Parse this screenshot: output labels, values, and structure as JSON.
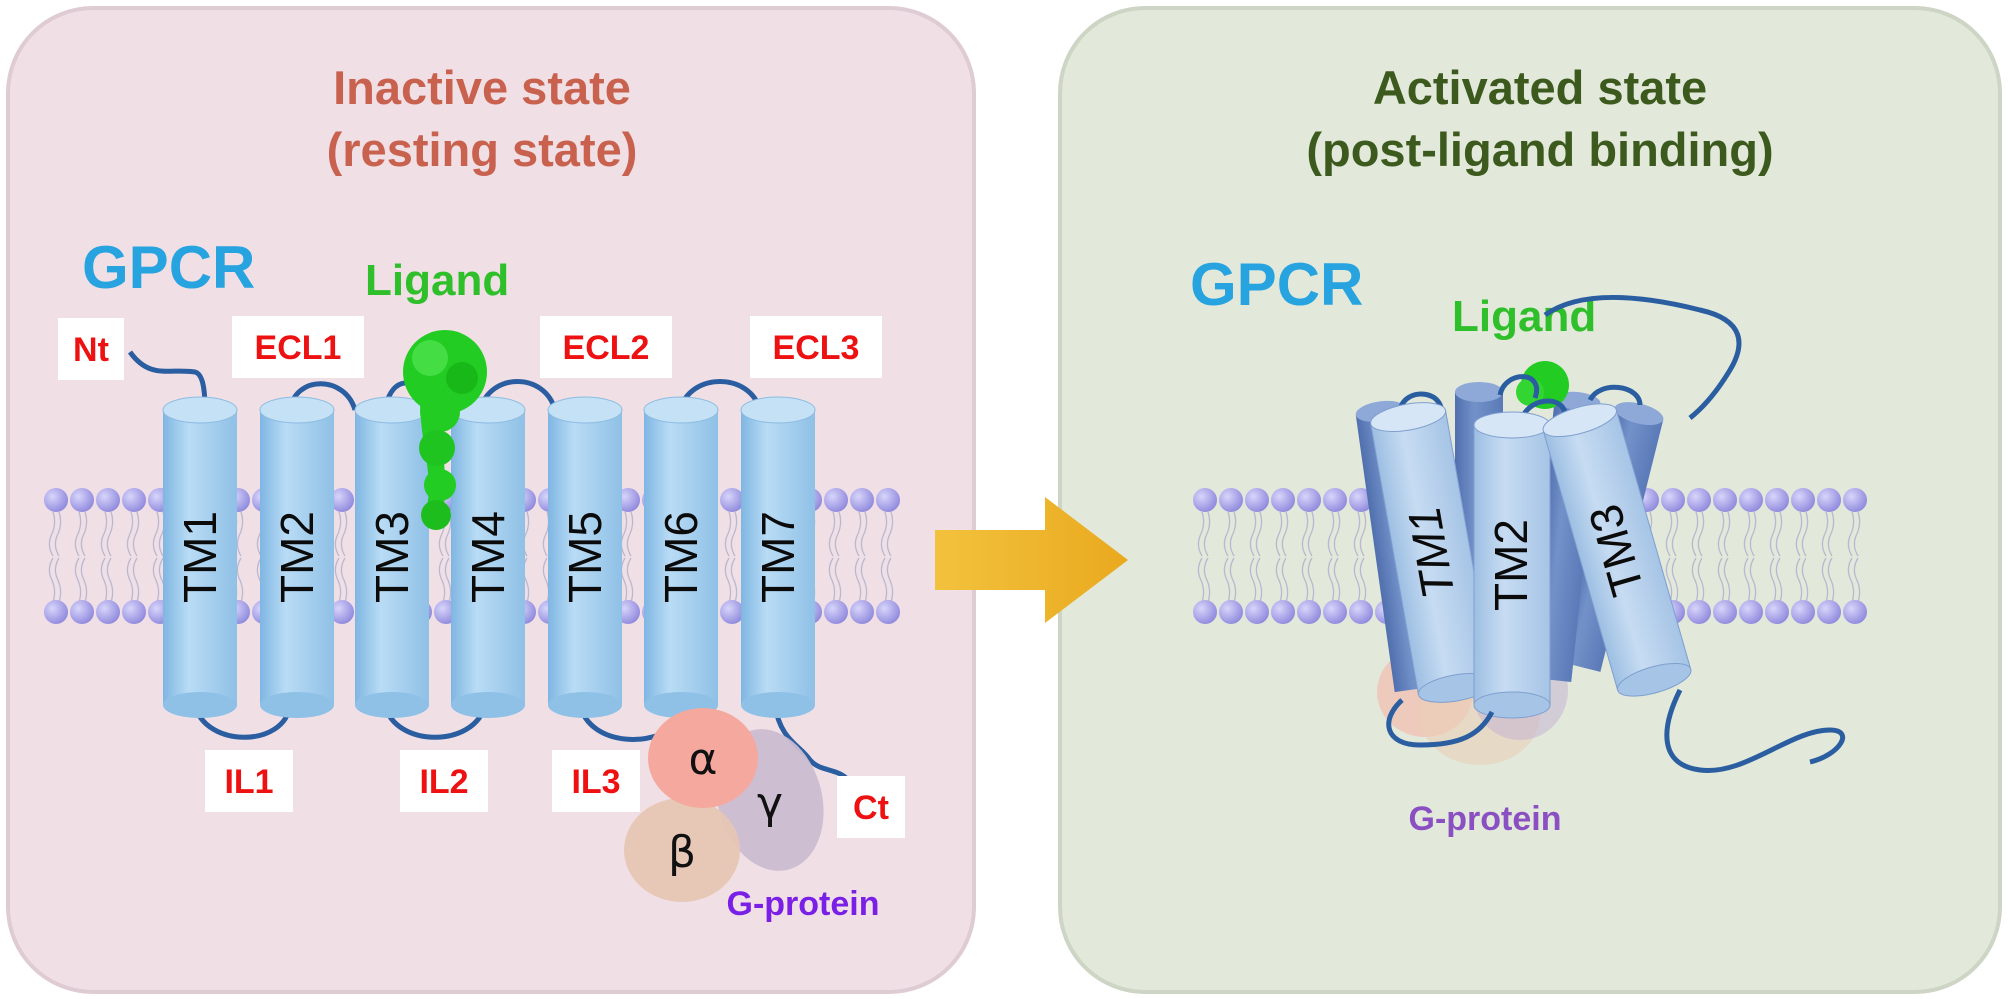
{
  "inactive": {
    "title_line1": "Inactive state",
    "title_line2": "(resting state)",
    "gpcr": "GPCR",
    "ligand": "Ligand",
    "nt": "Nt",
    "ct": "Ct",
    "ecl": [
      "ECL1",
      "ECL2",
      "ECL3"
    ],
    "il": [
      "IL1",
      "IL2",
      "IL3"
    ],
    "tm": [
      "TM1",
      "TM2",
      "TM3",
      "TM4",
      "TM5",
      "TM6",
      "TM7"
    ],
    "gprotein": "G-protein",
    "subunits": [
      "α",
      "β",
      "γ"
    ]
  },
  "active": {
    "title_line1": "Activated state",
    "title_line2": "(post-ligand binding)",
    "gpcr": "GPCR",
    "ligand": "Ligand",
    "tm": [
      "TM1",
      "TM2",
      "TM3"
    ],
    "gprotein": "G-protein"
  },
  "colors": {
    "inactive_panel": "#f0e0e6",
    "active_panel": "#e2e8da",
    "helix": "#a9d1ee",
    "helix_dark": "#5f80b8",
    "loop": "#2a5ea0",
    "ligand": "#22cc22",
    "arrow": "#eeb22a",
    "lipid_head": "#a9a4ea"
  }
}
